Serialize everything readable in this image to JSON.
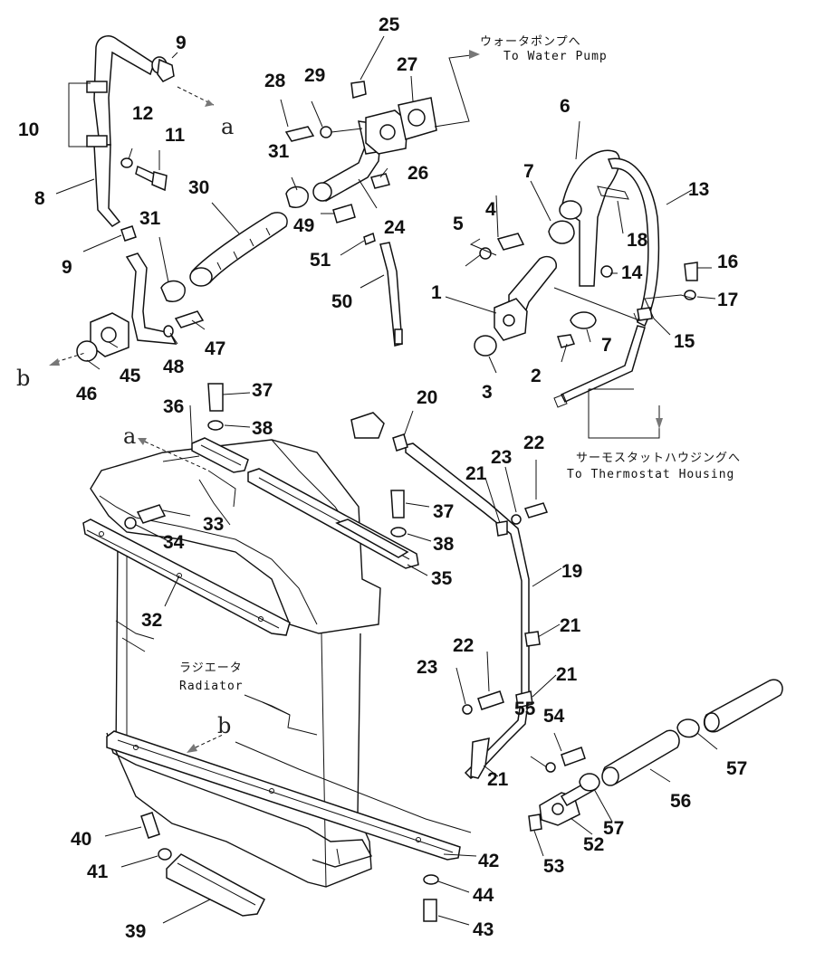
{
  "labels": {
    "water_pump_jp": "ウォータポンプへ",
    "water_pump_en": "To Water Pump",
    "thermostat_jp": "サーモスタットハウジングへ",
    "thermostat_en": "To Thermostat Housing",
    "radiator_jp": "ラジエータ",
    "radiator_en": "Radiator"
  },
  "connectors": [
    "a",
    "a",
    "b",
    "b"
  ],
  "callouts": [
    "1",
    "2",
    "3",
    "4",
    "5",
    "6",
    "7",
    "7",
    "8",
    "9",
    "9",
    "10",
    "11",
    "12",
    "13",
    "14",
    "15",
    "16",
    "17",
    "18",
    "19",
    "20",
    "21",
    "21",
    "21",
    "21",
    "22",
    "22",
    "23",
    "23",
    "24",
    "25",
    "26",
    "27",
    "28",
    "29",
    "30",
    "31",
    "31",
    "32",
    "33",
    "34",
    "35",
    "36",
    "37",
    "37",
    "38",
    "38",
    "39",
    "40",
    "41",
    "42",
    "43",
    "44",
    "45",
    "46",
    "47",
    "48",
    "49",
    "50",
    "51",
    "52",
    "53",
    "54",
    "55",
    "56",
    "57",
    "57"
  ]
}
